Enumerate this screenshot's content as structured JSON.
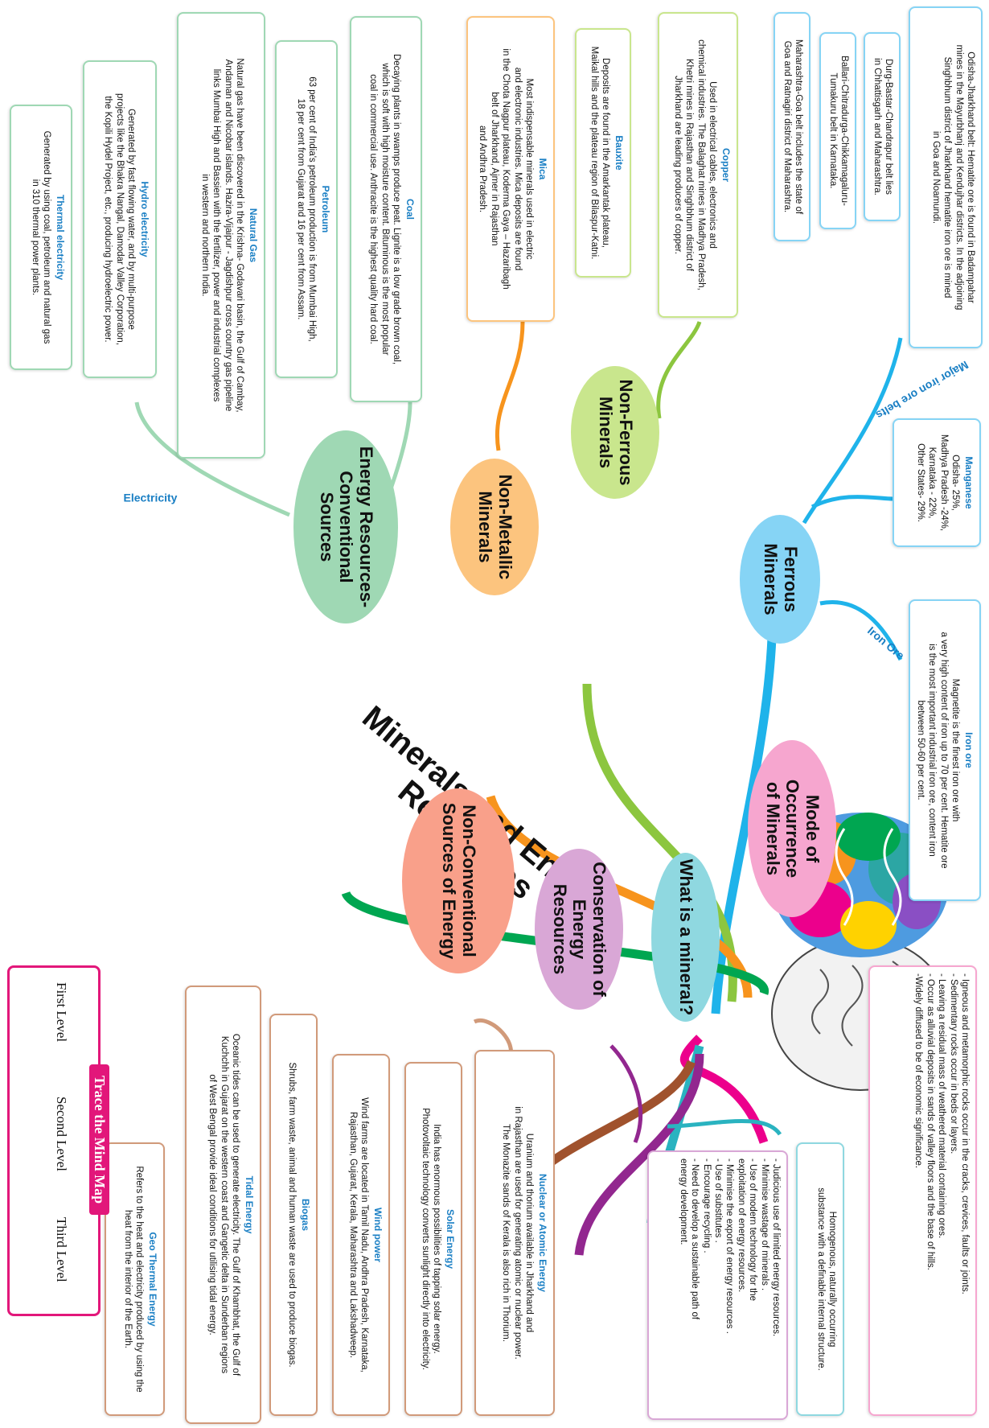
{
  "title": {
    "line1": "Minerals and Energy",
    "line2": "Resources"
  },
  "branches": {
    "ferrous": "Ferrous Minerals",
    "non_ferrous": "Non-Ferrous\nMinerals",
    "non_metallic": "Non-Metallic\nMinerals",
    "energy_conv": "Energy Resources-\nConventional Sources",
    "mode": "Mode of Occurrence\nof Minerals",
    "what": "What is a mineral?",
    "conservation": "Conservation of\nEnergy Resources",
    "non_conv": "Non-Conventional\nSources of Energy"
  },
  "edge_labels": {
    "iron_ore": "Iron Ore",
    "iron_belts": "Major iron ore belts",
    "electricity": "Electricity"
  },
  "boxes": {
    "iron_ore": {
      "head": "Iron ore",
      "text": "Magnetite is the finest iron ore with\na very high content of iron up to 70 per cent. Hematite ore\nis the most important industrial iron ore, content iron\nbetween 50-60 per cent."
    },
    "manganese": {
      "head": "Manganese",
      "text": "Odisha- 25%,\nMadhya Pradesh -24%,\nKarnataka - 22%,\nOther States- 29%."
    },
    "belt_odisha": {
      "text": "Odisha-Jharkhand belt: Hematite ore is found in Badampahar\nmines in the Mayurbhanj and Kendujhar districts. In the adjoining\nSinghbhum district of Jharkhand hematite iron ore is mined\nin Goa and Noamundi."
    },
    "belt_durg": {
      "text": "Durg-Bastar-Chandrapur belt lies\nin Chhattisgarh and Maharashtra."
    },
    "belt_ballari": {
      "text": "Ballari-Chitradurga-Chikkamagaluru-\nTumakuru belt in Karnataka."
    },
    "belt_goa": {
      "text": "Maharashtra-Goa belt includes the state of\nGoa and Ratnagiri district of Maharashtra."
    },
    "copper": {
      "head": "Copper",
      "text": "Used in electrical cables, electronics and\nchemical industries. The Balaghat mines in Madhya Pradesh,\nKhetri mines in Rajasthan and Singhbhum district of\nJharkhand are leading producers of copper."
    },
    "bauxite": {
      "head": "Bauxite",
      "text": "Deposits are found in the Amarkantak plateau,\nMaikal hills and the plateau region of Bilaspur-Katni."
    },
    "mica": {
      "head": "Mica",
      "text": "Most indispensable minerals used in electric\nand electronic industries. Mica deposits are found\nin the Chota Nagpur plateau, Koderma Gaya – Hazaribagh\nbelt of Jharkhand, Ajmer in Rajasthan\nand Andhra Pradesh."
    },
    "coal": {
      "head": "Coal",
      "text": "Decaying plants in swamps produce peat. Lignite is a low grade brown coal,\nwhich is soft with high moisture content. Bituminous is the most popular\ncoal in commercial use. Anthracite is the highest quality hard coal."
    },
    "petroleum": {
      "head": "Petroleum",
      "text": "63 per cent of India's petroleum production is from Mumbai High,\n18 per cent from Gujarat and 16 per cent from Assam."
    },
    "natural_gas": {
      "head": "Natural Gas",
      "text": "Natural gas have been discovered in the Krishna- Godavari basin, the Gulf of Cambay,\nAndaman and Nicobar islands. Hazira-Vijaipur - Jagdishpur cross country gas pipeline\nlinks Mumbai High and Bassien with the fertilizer, power and industrial complexes\nin western and northern India."
    },
    "hydro": {
      "head": "Hydro electricity",
      "text": "Generated by fast flowing water, and by multi-purpose\nprojects like the Bhakra Nangal, Damodar Valley Corporation,\nthe Kopili Hydel Project, etc., producing hydroelectric power."
    },
    "thermal": {
      "head": "Thermal electricity",
      "text": "Generated by using coal, petroleum and natural gas\nin 310 thermal power plants."
    },
    "mode": {
      "text": "- Igneous and metamorphic rocks  occur in the cracks, crevices, faults or joints.\n- Sedimentary rocks occur in beds or layers.\n- Leaving a residual mass of weathered material containing ores.\n- Occur as alluvial deposits in sands of valley floors and the base of hills.\n-Widely diffused to be of economic significance."
    },
    "what": {
      "text": "Homogenous, naturally occurring\nsubstance with a definable internal structure."
    },
    "conservation": {
      "text": "- Judicious use of limited energy resources.\n- Minimise wastage of minerals .\n- Use of modern technology  for the\n  exploitation of energy resources.\n- Minimise the export of energy resources .\n- Use of substitutes .\n- Encourage recycling .\n- Need to develop a sustainable path of\n  energy development."
    },
    "nuclear": {
      "head": "Nuclear or Atomic Energy",
      "text": "Uranium and thorium available in Jharkhand and\nin Rajasthan are used for generating atomic or nuclear power.\nThe Monazite sands of Kerala is also rich in Thorium."
    },
    "solar": {
      "head": "Solar Energy",
      "text": "India has enormous possibilities of tapping solar energy.\nPhotovoltaic technology converts sunlight directly into electricity."
    },
    "wind": {
      "head": "Wind power",
      "text": "Wind farms are located in Tamil Nadu, Andhra Pradesh, Karnataka,\nRajasthan, Gujarat, Kerala, Maharashtra and Lakshadweep."
    },
    "biogas": {
      "head": "Biogas",
      "text": "Shrubs, farm waste, animal and human waste are used to produce biogas."
    },
    "tidal": {
      "head": "Tidal Energy",
      "text": "Oceanic tides can be used to generate electricity. The Gulf of Khambhat, the Gulf of\nKuchchh in Gujarat on the western coast and Gangetic delta in Sunderban regions\nof West Bengal provide ideal conditions for utilising tidal energy."
    },
    "geo": {
      "head": "Geo Thermal Energy",
      "text": "Refers to the heat and electricity produced by using the\nheat from the interior of the Earth."
    }
  },
  "legend": {
    "title": "Trace the Mind Map",
    "first": "First Level",
    "second": "Second Level",
    "third": "Third Level"
  },
  "colors": {
    "ferrous": "#1fb3ea",
    "non_ferrous": "#8cc63f",
    "non_metallic": "#f7941d",
    "energy_conv": "#00a651",
    "energy_light": "#9fd8b4",
    "mode": "#ec008c",
    "what": "#2ab3c0",
    "conservation": "#92278f",
    "non_conv": "#a0522d",
    "legend": "#e2177a"
  }
}
